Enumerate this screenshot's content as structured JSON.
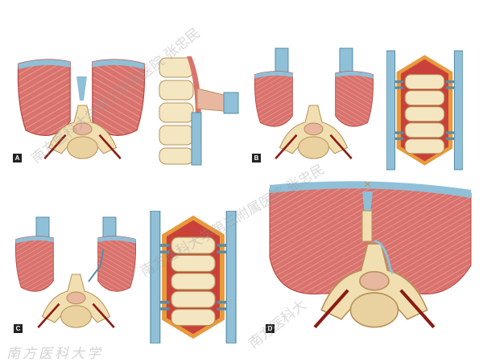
{
  "panels": [
    {
      "label": "A",
      "views": [
        "axial-cross-section",
        "lateral-spine-view"
      ]
    },
    {
      "label": "B",
      "views": [
        "axial-cross-section-retracted",
        "posterior-exposure-view"
      ]
    },
    {
      "label": "C",
      "views": [
        "axial-cross-section-instrumented",
        "posterior-fixation-view"
      ]
    },
    {
      "label": "D",
      "views": [
        "axial-cross-section-closure"
      ]
    }
  ],
  "watermarks": {
    "main": "南方医科大学第三附属医院 张忠民",
    "secondary": "南方医科大学第三附属医院 张忠民",
    "tertiary": "南方医科大",
    "logo": "南方医科大学"
  },
  "colors": {
    "muscle": "#d9736d",
    "muscle_dark": "#b4443f",
    "fascia": "#8fc0d8",
    "bone": "#f1dfb2",
    "bone_edge": "#b8935a",
    "vessel": "#8a1c14",
    "fat": "#e89a3c"
  }
}
